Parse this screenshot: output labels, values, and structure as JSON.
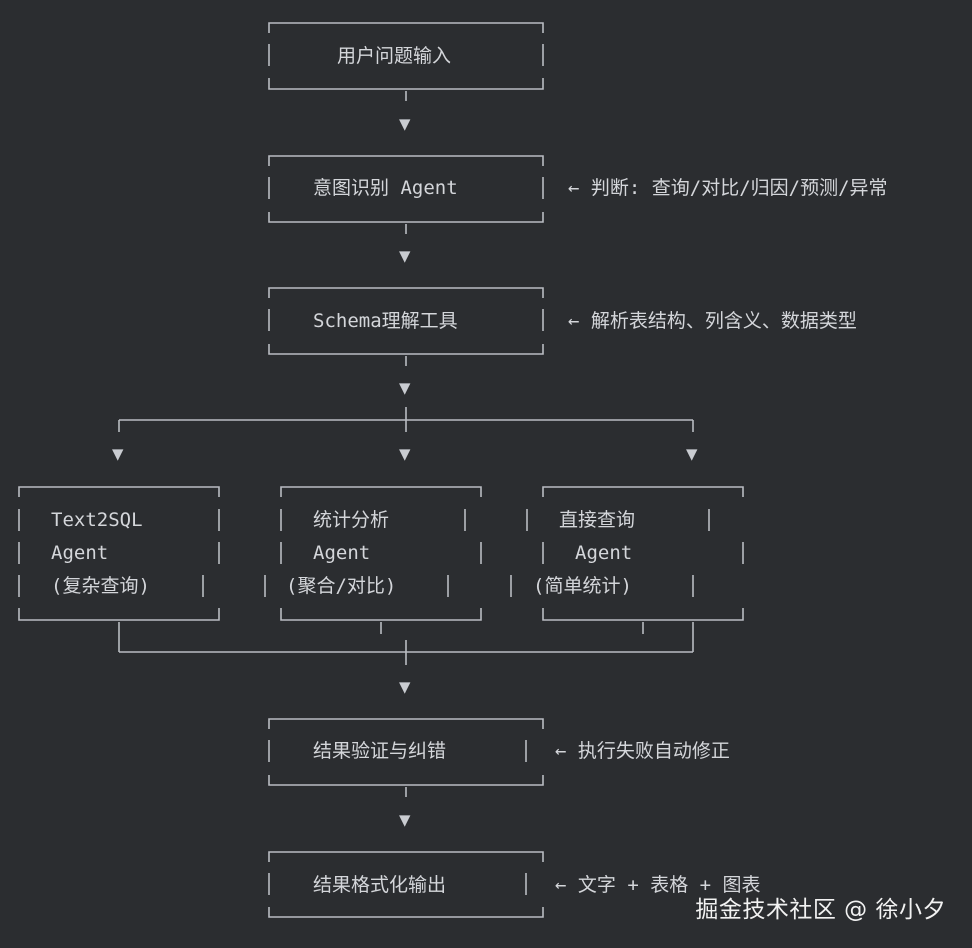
{
  "nodes": {
    "input": "用户问题输入",
    "intent": "意图识别 Agent",
    "schema": "Schema理解工具",
    "text2sql": [
      "Text2SQL",
      "Agent",
      "(复杂查询)"
    ],
    "stats": [
      "统计分析",
      "Agent",
      "(聚合/对比)"
    ],
    "direct": [
      "直接查询",
      "Agent",
      "(简单统计)"
    ],
    "validate": "结果验证与纠错",
    "format": "结果格式化输出"
  },
  "notes": {
    "intent": "← 判断: 查询/对比/归因/预测/异常",
    "schema": "← 解析表结构、列含义、数据类型",
    "validate": "← 执行失败自动修正",
    "format": "← 文字 + 表格 + 图表"
  },
  "symbols": {
    "arrow_down": "▼",
    "pipe": "|"
  },
  "watermark": "掘金技术社区 @ 徐小夕",
  "colors": {
    "background": "#2b2d30",
    "text": "#d4d6da",
    "lines": "#b9bcc2"
  }
}
